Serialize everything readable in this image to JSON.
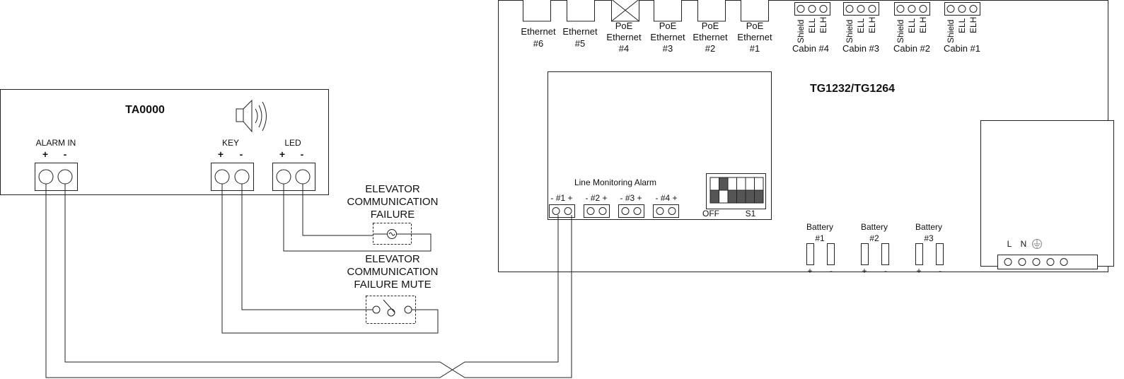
{
  "ta": {
    "title": "TA0000",
    "alarm_in": "ALARM IN",
    "key": "KEY",
    "led": "LED",
    "plus": "+",
    "minus": "-"
  },
  "tg": {
    "title": "TG1232/TG1264",
    "ports": [
      {
        "l1": "Ethernet",
        "l2": "#6"
      },
      {
        "l1": "Ethernet",
        "l2": "#5"
      },
      {
        "l1": "PoE",
        "l2": "Ethernet",
        "l3": "#4"
      },
      {
        "l1": "PoE",
        "l2": "Ethernet",
        "l3": "#3"
      },
      {
        "l1": "PoE",
        "l2": "Ethernet",
        "l3": "#2"
      },
      {
        "l1": "PoE",
        "l2": "Ethernet",
        "l3": "#1"
      }
    ],
    "pin_labels": [
      "Shield",
      "ELL",
      "ELH"
    ],
    "cabins": [
      "Cabin #4",
      "Cabin #3",
      "Cabin #2",
      "Cabin #1"
    ],
    "line_monitoring": "Line Monitoring Alarm",
    "alarm_inputs": [
      "- #1 +",
      "- #2 +",
      "- #3 +",
      "- #4 +"
    ],
    "switch_off": "OFF",
    "switch_name": "S1",
    "dip_on": [
      false,
      true,
      false,
      false,
      false,
      false,
      true,
      false,
      true,
      true,
      true,
      true
    ],
    "batteries": [
      {
        "l1": "Battery",
        "l2": "#1"
      },
      {
        "l1": "Battery",
        "l2": "#2"
      },
      {
        "l1": "Battery",
        "l2": "#3"
      }
    ],
    "power_l": "L",
    "power_n": "N"
  },
  "devices": {
    "lamp": [
      "ELEVATOR",
      "COMMUNICATION",
      "FAILURE"
    ],
    "mute": [
      "ELEVATOR",
      "COMMUNICATION",
      "FAILURE MUTE"
    ]
  }
}
